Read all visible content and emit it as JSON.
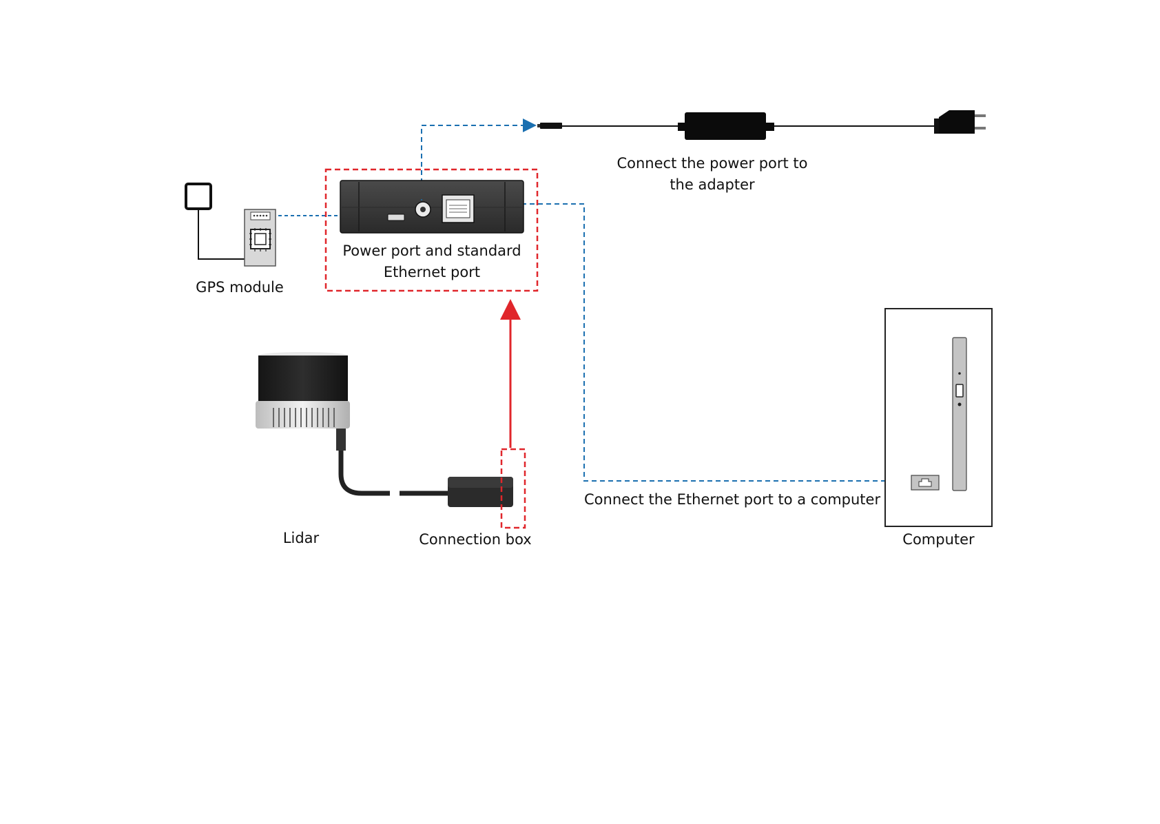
{
  "labels": {
    "power_adapter_line1": "Connect the power port to",
    "power_adapter_line2": "the adapter",
    "power_ethernet_line1": "Power port and standard",
    "power_ethernet_line2": "Ethernet port",
    "gps_module": "GPS module",
    "lidar": "Lidar",
    "connection_box": "Connection box",
    "ethernet_to_computer": "Connect the Ethernet port to a computer",
    "computer": "Computer"
  },
  "icons": {
    "antenna": "gps-antenna-icon",
    "gps_board": "gps-module-board-icon",
    "adapter": "power-adapter-icon",
    "plug": "power-plug-icon",
    "interface_box": "interface-box-icon",
    "lidar": "lidar-sensor-icon",
    "connection_box": "connection-box-icon",
    "computer": "computer-tower-icon",
    "ethernet_port": "ethernet-port-icon"
  },
  "colors": {
    "data_link": "#1a6fb0",
    "highlight": "#e0262b",
    "device_dark": "#3c3c3c",
    "text": "#111111"
  }
}
